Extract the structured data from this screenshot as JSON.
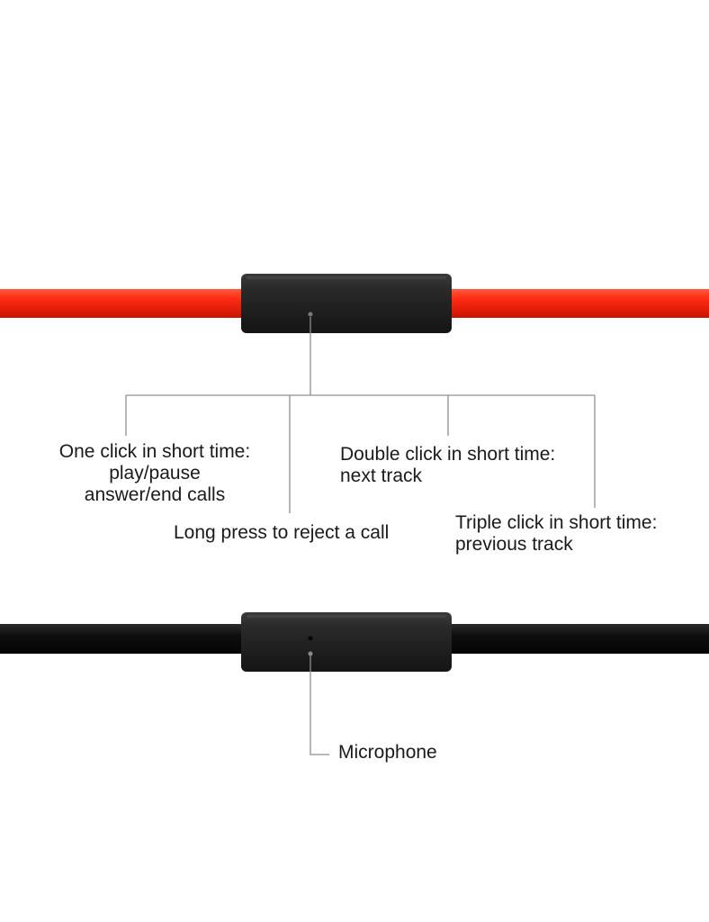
{
  "colors": {
    "red_cable": "#ff2a12",
    "black_cable": "#0d0d0d",
    "remote_body": "#262626",
    "leader_line": "#8f8f8f"
  },
  "upper_remote": {
    "callouts": {
      "one_click": {
        "line1": "One click in short time:",
        "line2": "play/pause",
        "line3": "answer/end calls"
      },
      "double_click": {
        "line1": "Double click in short time:",
        "line2": "next track"
      },
      "long_press": {
        "line1": "Long press to reject a call"
      },
      "triple_click": {
        "line1": "Triple click in short time:",
        "line2": "previous track"
      }
    }
  },
  "lower_remote": {
    "callouts": {
      "microphone": {
        "line1": "Microphone"
      }
    }
  }
}
